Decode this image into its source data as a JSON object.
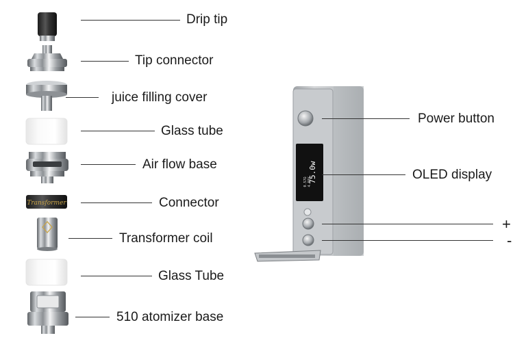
{
  "atomizer_parts": [
    {
      "id": "drip-tip",
      "label": "Drip tip"
    },
    {
      "id": "tip-connector",
      "label": "Tip connector"
    },
    {
      "id": "juice-filling-cover",
      "label": "juice filling cover"
    },
    {
      "id": "glass-tube-top",
      "label": "Glass tube"
    },
    {
      "id": "air-flow-base",
      "label": "Air flow base"
    },
    {
      "id": "connector",
      "label": "Connector"
    },
    {
      "id": "transformer-coil",
      "label": "Transformer coil"
    },
    {
      "id": "glass-tube-bottom",
      "label": "Glass Tube"
    },
    {
      "id": "atomizer-base",
      "label": "510 atomizer base"
    }
  ],
  "mod_parts": [
    {
      "id": "power-button",
      "label": "Power button"
    },
    {
      "id": "oled-display",
      "label": "OLED display"
    },
    {
      "id": "plus-button",
      "label": "+"
    },
    {
      "id": "minus-button",
      "label": "-"
    }
  ],
  "connector_engraving": "Transformer",
  "oled": {
    "wattage": "75.0w",
    "small1": "0.57Ω",
    "small2": "4.08V"
  },
  "colors": {
    "steel": "#b8bcc0",
    "steel_dark": "#6e7377",
    "glass": "#f2f2f2",
    "line": "#333333"
  }
}
